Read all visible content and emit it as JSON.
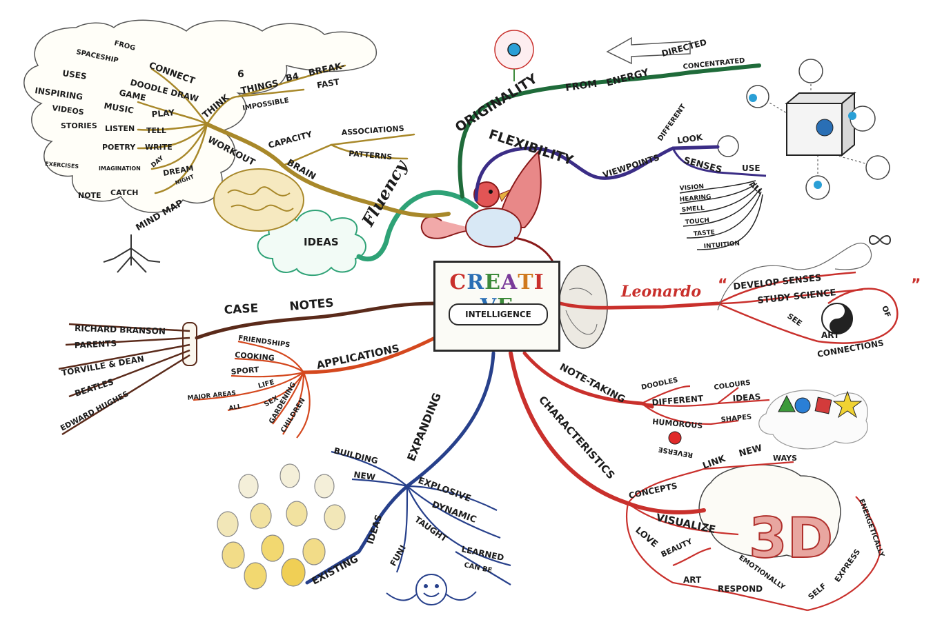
{
  "center": {
    "title_letters": [
      {
        "ch": "C",
        "color": "#c9302c"
      },
      {
        "ch": "R",
        "color": "#2a6fb5"
      },
      {
        "ch": "E",
        "color": "#3c8a3a"
      },
      {
        "ch": "A",
        "color": "#7a3b9a"
      },
      {
        "ch": "T",
        "color": "#d07a1e"
      },
      {
        "ch": "I",
        "color": "#c9302c"
      },
      {
        "ch": "V",
        "color": "#2a6fb5"
      },
      {
        "ch": "E",
        "color": "#3c8a3a"
      }
    ],
    "subtitle": "INTELLIGENCE"
  },
  "branches": {
    "workout": {
      "color": "#a8882a",
      "main": "WORKOUT",
      "think": "THINK",
      "six": "6",
      "things": "THINGS",
      "b4": "B4",
      "break": "BREAK-",
      "fast": "FAST",
      "impossible": "IMPOSSIBLE",
      "connect": "CONNECT",
      "frog": "FROG",
      "spaceship": "SPACESHIP",
      "uses": "USES",
      "doodle_draw": "DOODLE DRAW",
      "game": "GAME",
      "inspiring": "INSPIRING",
      "music": "MUSIC",
      "play": "PLAY",
      "videos": "VIDEOS",
      "stories": "STORIES",
      "listen": "LISTEN",
      "tell": "TELL",
      "poetry": "POETRY",
      "write": "WRITE",
      "exercises": "EXERCISES",
      "imagination": "IMAGINATION",
      "day": "DAY",
      "dream": "DREAM",
      "night": "NIGHT",
      "note": "NOTE",
      "catch": "CATCH",
      "mind_map": "MIND MAP"
    },
    "brain": {
      "color": "#a8882a",
      "main": "BRAIN",
      "capacity": "CAPACITY",
      "associations": "ASSOCIATIONS",
      "patterns": "PATTERNS"
    },
    "fluency": {
      "color": "#2ea276",
      "main": "Fluency",
      "ideas": "IDEAS"
    },
    "originality": {
      "color": "#1f6b3a",
      "main": "ORIGINALITY",
      "from": "FROM",
      "energy": "ENERGY",
      "directed": "DIRECTED",
      "concentrated": "CONCENTRATED"
    },
    "flexibility": {
      "color": "#3b2d86",
      "main": "FLEXIBILITY",
      "viewpoints": "VIEWPOINTS",
      "different": "DIFFERENT",
      "look": "LOOK",
      "senses": "SENSES",
      "use": "USE",
      "all": "ALL",
      "vision": "VISION",
      "hearing": "HEARING",
      "smell": "SMELL",
      "touch": "TOUCH",
      "taste": "TASTE",
      "intuition": "INTUITION"
    },
    "leonardo": {
      "color": "#c9302c",
      "main": "Leonardo",
      "develop_senses": "DEVELOP SENSES",
      "study_science": "STUDY SCIENCE",
      "art": "ART",
      "see": "SEE",
      "of": "OF",
      "connections": "CONNECTIONS",
      "quote_open": "“",
      "quote_close": "”"
    },
    "case_notes": {
      "color": "#5a2a1a",
      "case": "CASE",
      "notes": "NOTES",
      "names": [
        "RICHARD BRANSON",
        "PARENTS",
        "TORVILLE & DEAN",
        "BEATLES",
        "EDWARD HUGHES"
      ]
    },
    "applications": {
      "color": "#d4481e",
      "main": "APPLICATIONS",
      "friendships": "FRIENDSHIPS",
      "cooking": "COOKING",
      "sport": "SPORT",
      "major_areas": "MAJOR AREAS",
      "life": "LIFE",
      "all": "ALL",
      "sex": "SEX",
      "gardening": "GARDENING",
      "children": "CHILDREN"
    },
    "expanding": {
      "color": "#27408b",
      "main": "EXPANDING",
      "building": "BUILDING",
      "new": "NEW",
      "explosive": "EXPLOSIVE",
      "dynamic": "DYNAMIC",
      "taught": "TAUGHT",
      "learned": "LEARNED",
      "can_be": "CAN BE",
      "fun": "FUN!",
      "existing": "EXISTING",
      "ideas": "IDEAS"
    },
    "note_taking": {
      "color": "#c9302c",
      "main": "NOTE-TAKING",
      "doodles": "DOODLES",
      "different": "DIFFERENT",
      "colours": "COLOURS",
      "ideas": "IDEAS",
      "humorous": "HUMOROUS",
      "shapes": "SHAPES"
    },
    "characteristics": {
      "color": "#c9302c",
      "main": "CHARACTERISTICS",
      "reverse": "REVERSE",
      "link": "LINK",
      "new": "NEW",
      "ways": "WAYS",
      "concepts": "CONCEPTS",
      "visualize": "VISUALIZE",
      "three_d": "3D",
      "love": "LOVE",
      "beauty": "BEAUTY",
      "art": "ART",
      "respond": "RESPOND",
      "emotionally": "EMOTIONALLY",
      "self": "SELF",
      "express": "EXPRESS",
      "energetically": "ENERGETICALLY"
    }
  }
}
